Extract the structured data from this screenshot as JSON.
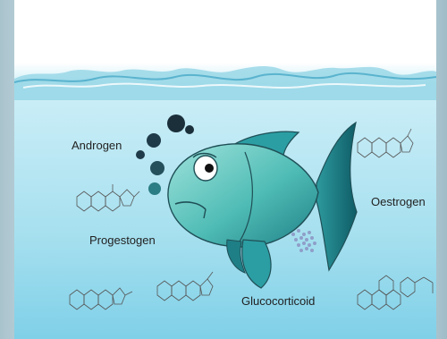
{
  "labels": {
    "androgen": "Androgen",
    "progestogen": "Progestogen",
    "oestrogen": "Oestrogen",
    "glucocorticoid": "Glucocorticoid"
  },
  "colors": {
    "water_light": "#cdeff7",
    "water_deep": "#7fd0e8",
    "fish_body": "#5cc6c0",
    "fish_dark": "#1f7f86",
    "bubble_dark": "#1a3540",
    "bubble_teal": "#2a7d84"
  }
}
